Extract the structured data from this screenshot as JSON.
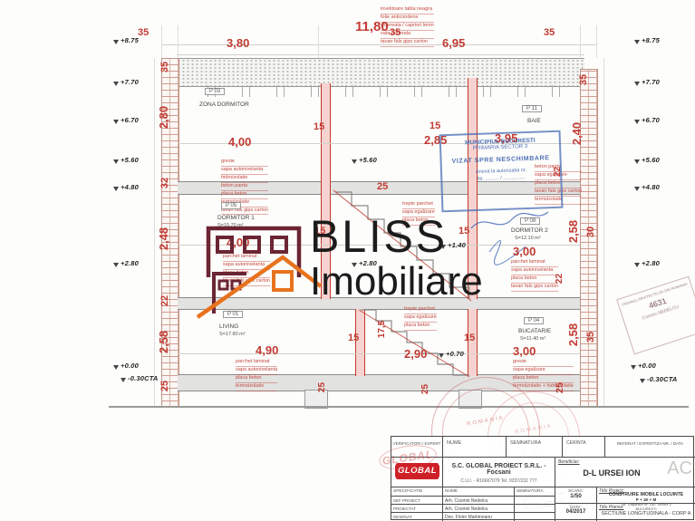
{
  "colors": {
    "dim_red": "#c13b33",
    "stamp_blue": "#486cb6",
    "logo_maroon": "#6b2533",
    "logo_orange": "#e8731e"
  },
  "watermark": {
    "brand": "BLISS",
    "sub": "Imobiliare"
  },
  "top": {
    "overall": "11,80",
    "seg_wall_l": "35",
    "seg_1": "3,80",
    "seg_mid": "35",
    "seg_2": "6,95",
    "seg_wall_r": "35",
    "roof_notes": [
      "invelitoare tabla neagra",
      "folie anticondens",
      "astereala / capriori lemn",
      "vata minerala",
      "tavan fals gips carton"
    ]
  },
  "levels": {
    "left": [
      "+8.75",
      "+7.70",
      "+6.70",
      "+5.60",
      "+4.80",
      "+2.80",
      "+0.00",
      "-0.30CTA"
    ],
    "right": [
      "+8.75",
      "+7.70",
      "+6.70",
      "+5.60",
      "+4.80",
      "+2.80",
      "+0.00",
      "-0.30CTA"
    ]
  },
  "wall_left": {
    "w35": "35",
    "h280": "2,80",
    "s32": "32",
    "h248": "2,48",
    "s22": "22",
    "h258": "2,58",
    "s25": "25"
  },
  "wall_right": {
    "w35": "35",
    "h240": "2,40",
    "s22a": "22",
    "h258a": "2,58",
    "w30": "30",
    "s22b": "22",
    "h258b": "2,58",
    "w35b": "35",
    "s25": "25"
  },
  "rooms": {
    "p03": {
      "id": "P 03",
      "name": "ZONA DORMITOR"
    },
    "p11": {
      "id": "P 11",
      "name": "BAIE"
    },
    "p05": {
      "id": "P 05",
      "name": "DORMITOR 1",
      "area": "S=15.70 m²"
    },
    "p08": {
      "id": "P 08",
      "name": "DORMITOR 2",
      "area": "S=12.10 m²"
    },
    "p01": {
      "id": "P 01",
      "name": "LIVING",
      "area": "S=17.80 m²"
    },
    "p04": {
      "id": "P 04",
      "name": "BUCATARIE",
      "area": "S=11.40 m²"
    }
  },
  "dims": {
    "attic_left": "4,00",
    "attic_mid": "2,85",
    "attic_right": "3,95",
    "attic_col_a": "15",
    "attic_col_b": "15",
    "attic_slab": "25",
    "mid_left": "4,00",
    "mid_col_a": "15",
    "mid_col_b": "15",
    "mid_right": "3,00",
    "gnd_left": "4,90",
    "gnd_col_a": "15",
    "gnd_col_b": "15",
    "gnd_riser": "17,5",
    "gnd_mid": "2,90",
    "gnd_right": "3,00",
    "slab_25_a": "25",
    "slab_25_b": "25"
  },
  "inner_levels": {
    "attic": "+5.60",
    "first": "+2.80",
    "stair": "+1.40",
    "gstair": "+0.70"
  },
  "notes": {
    "attic_left": [
      "gresie",
      "sapa autonivelanta",
      "hidroizolatie",
      "beton panta",
      "placa beton",
      "termoizolatie",
      "tavan fals gips carton"
    ],
    "attic_right": [
      "beton panta",
      "sapa egalizare",
      "placa beton",
      "tavan fals gips carton",
      "termoizolatie"
    ],
    "mid_left": [
      "parchet laminat",
      "sapa autonivelanta",
      "placa beton",
      "tavan fals gips carton"
    ],
    "mid_right": [
      "parchet laminat",
      "sapa autonivelanta",
      "placa beton",
      "tavan fals gips carton"
    ],
    "stair_upper": [
      "trepte parchet",
      "sapa egalizare",
      "placa beton"
    ],
    "stair_lower": [
      "trepte parchet",
      "sapa egalizare",
      "placa beton"
    ],
    "gnd_left": [
      "parchet laminat",
      "sapa autonivelanta",
      "placa beton",
      "termoizolatie"
    ],
    "gnd_right": [
      "gresie",
      "sapa egalizare",
      "placa beton",
      "termoizolatie + hidroizolatie"
    ]
  },
  "stamps": {
    "approval": {
      "l1": "MUNICIPIUL BUCURESTI",
      "l2": "PRIMARIA SECTOR 3",
      "l3": "VIZAT SPRE NESCHIMBARE",
      "l4": "Anexa la autorizatia nr.",
      "l5": "Nr. .......... / ................"
    },
    "architect": {
      "org": "ORDINUL ARHITECTILOR DIN ROMANIA",
      "number": "4631",
      "name": "Cosmin NEDELCU"
    },
    "round": {
      "t1": "ROMANIA",
      "t2": "ROMANIA"
    },
    "global_faint": "GLOBAL"
  },
  "title_block": {
    "r1": [
      "VERIFICATORI / EXPERT",
      "NUME",
      "SEMNATURA",
      "CERINTA",
      "REFERAT / EXPERTIZA NR. / DATA"
    ],
    "logo": "GLOBAL",
    "company": "S.C. GLOBAL PROIECT S.R.L. - Focsani",
    "cui": "C.U.I. - R16667079   Tel. 0237/232 777",
    "beneficiar_label": "Beneficiar:",
    "beneficiar": "D-L URSEI ION",
    "ac_mark": "AC",
    "spec_h": [
      "SPECIFICATIE",
      "NUME",
      "SEMNATURA"
    ],
    "rows": [
      {
        "label": "SEF PROIECT",
        "name": "Arh. Cosmin Nedelcu"
      },
      {
        "label": "PROIECTAT",
        "name": "Arh. Cosmin Nedelcu"
      },
      {
        "label": "DESENAT",
        "name": "Des. Florin Martimeanu"
      }
    ],
    "scara_label": "SCARA:",
    "scara": "1/50",
    "data_label": "DATA:",
    "data": "04/2017",
    "proiect_label": "Titlu Proiect:",
    "proiect_l1": "CONSTRUIRE IMOBILE LOCUINTE",
    "proiect_l2": "P + 1E + M",
    "proiect_l3": "Str. Grapinilor nr. 160, Sector 3",
    "proiect_l4": "BUCURESTI",
    "plansa_label": "Titlu Plansa:",
    "plansa": "SECTIUNE LONGITUDINALA - CORP A"
  }
}
